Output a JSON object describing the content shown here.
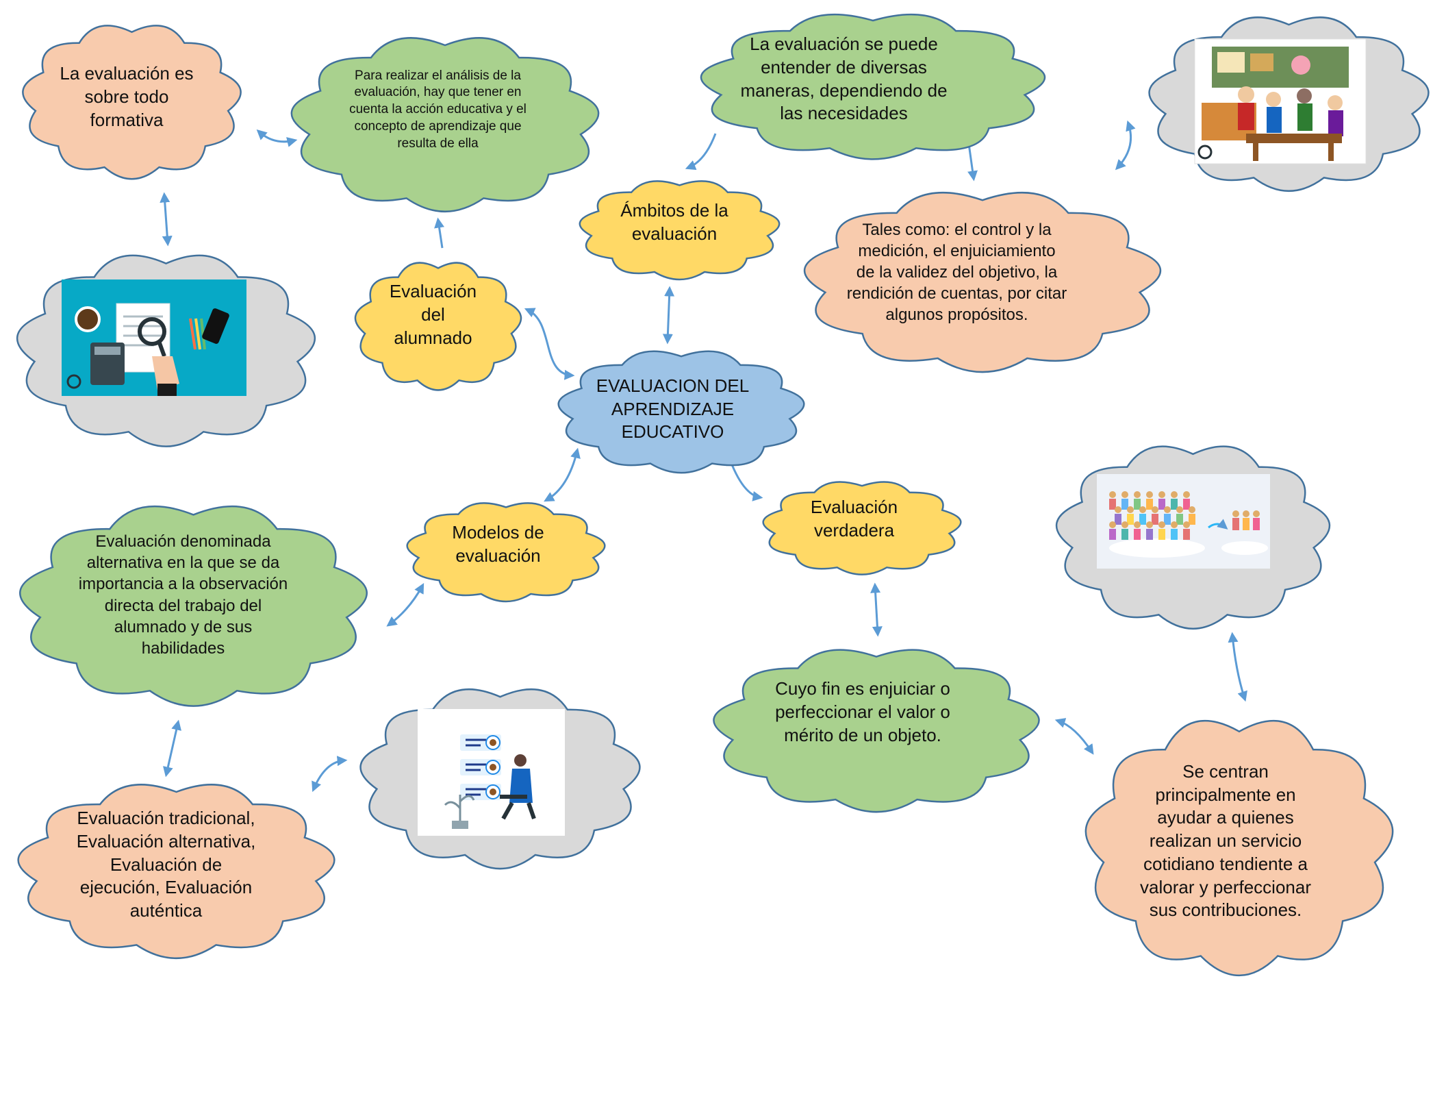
{
  "colors": {
    "orange": "#f8cbad",
    "green": "#a9d18e",
    "yellow": "#ffd966",
    "blue": "#9dc3e6",
    "gray": "#d9d9d9",
    "outline": "#41719c",
    "arrow": "#5b9bd5"
  },
  "center": {
    "title": "EVALUACION DEL\nAPRENDIZAJE\nEDUCATIVO"
  },
  "branches": {
    "alumnado": "Evaluación\ndel\nalumnado",
    "ambitos": "Ámbitos de la\nevaluación",
    "modelos": "Modelos de\nevaluación",
    "verdadera": "Evaluación\nverdadera"
  },
  "notes": {
    "formativa": "La evaluación es\nsobre todo\nformativa",
    "analisis": "Para realizar el análisis de la\nevaluación, hay que tener en\ncuenta la acción educativa y el\nconcepto de aprendizaje que\nresulta de ella",
    "diversas": "La evaluación se puede\nentender de diversas\nmaneras, dependiendo de\nlas necesidades",
    "tales": "Tales como: el control y la\nmedición, el enjuiciamiento\nde la validez del objetivo, la\nrendición de cuentas, por citar\nalgunos propósitos.",
    "alternativa": "Evaluación denominada\nalternativa en la que se da\nimportancia a la observación\ndirecta del trabajo del\nalumnado y de sus\nhabilidades",
    "tradicional": "Evaluación tradicional,\nEvaluación alternativa,\nEvaluación de\nejecución, Evaluación\nauténtica",
    "cuyo_fin": "Cuyo fin es enjuiciar o\nperfeccionar el valor o\nmérito de un objeto.",
    "centran": "Se centran\nprincipalmente en\nayudar a quienes\nrealizan un servicio\ncotidiano tendiente a\nvalorar y perfeccionar\nsus contribuciones."
  },
  "images": {
    "documents": "documents-analysis-illustration",
    "classroom": "classroom-illustration",
    "people": "people-selection-illustration",
    "profiles": "profile-review-illustration"
  }
}
